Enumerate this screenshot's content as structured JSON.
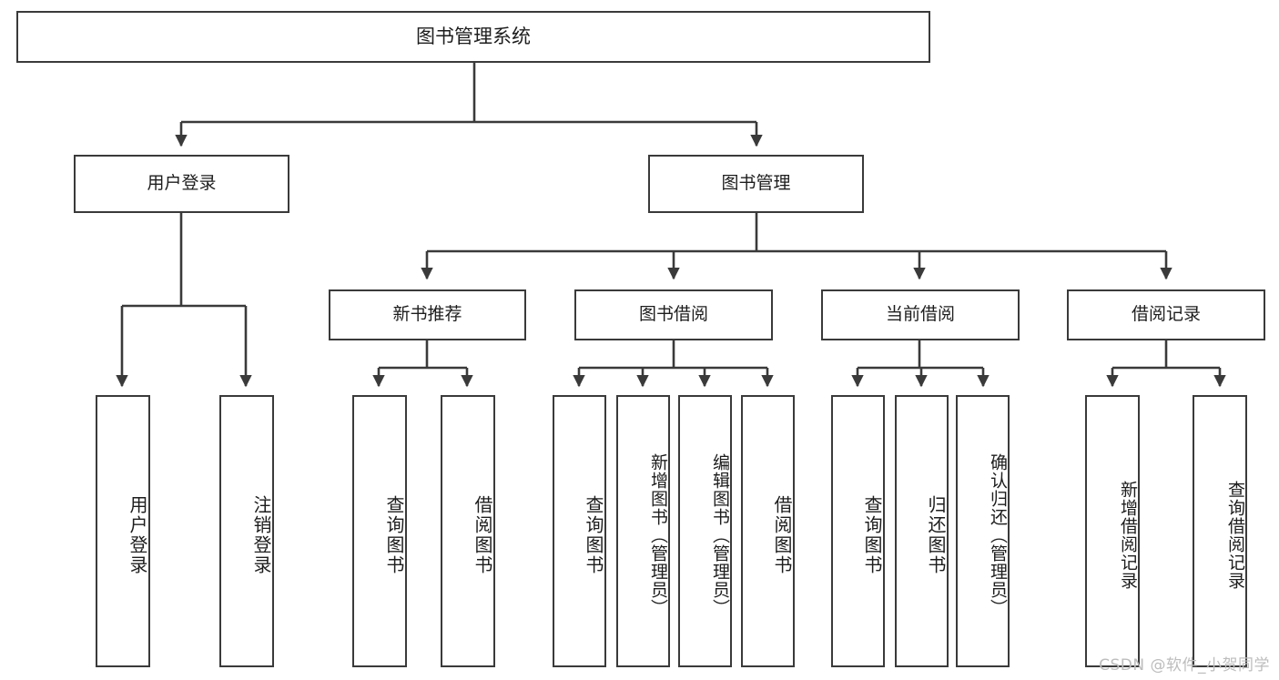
{
  "diagram": {
    "title": "图书管理系统",
    "type": "tree",
    "colors": {
      "background": "#ffffff",
      "node_border": "#3a3a3a",
      "node_fill": "#ffffff",
      "edge": "#3a3a3a",
      "text": "#1d1d1d",
      "watermark": "#bdbdbd"
    },
    "root": {
      "label": "图书管理系统"
    },
    "level1": [
      {
        "id": "user-login",
        "label": "用户登录"
      },
      {
        "id": "book-management",
        "label": "图书管理"
      }
    ],
    "level2": [
      {
        "id": "new-book-recommend",
        "label": "新书推荐",
        "parent": "book-management"
      },
      {
        "id": "book-borrow",
        "label": "图书借阅",
        "parent": "book-management"
      },
      {
        "id": "current-borrow",
        "label": "当前借阅",
        "parent": "book-management"
      },
      {
        "id": "borrow-record",
        "label": "借阅记录",
        "parent": "book-management"
      }
    ],
    "leaves": {
      "user_login": [
        {
          "id": "leaf-user-login",
          "label": "用户登录"
        },
        {
          "id": "leaf-logout-login",
          "label": "注销登录"
        }
      ],
      "new_book_recommend": [
        {
          "id": "leaf-query-book-1",
          "label": "查询图书"
        },
        {
          "id": "leaf-borrow-book-1",
          "label": "借阅图书"
        }
      ],
      "book_borrow": [
        {
          "id": "leaf-query-book-2",
          "label": "查询图书"
        },
        {
          "id": "leaf-add-book",
          "label": "新增图书（管理员）"
        },
        {
          "id": "leaf-edit-book",
          "label": "编辑图书（管理员）"
        },
        {
          "id": "leaf-borrow-book-2",
          "label": "借阅图书"
        }
      ],
      "current_borrow": [
        {
          "id": "leaf-query-book-3",
          "label": "查询图书"
        },
        {
          "id": "leaf-return-book",
          "label": "归还图书"
        },
        {
          "id": "leaf-confirm-return",
          "label": "确认归还（管理员）"
        }
      ],
      "borrow_record": [
        {
          "id": "leaf-add-record",
          "label": "新增借阅记录"
        },
        {
          "id": "leaf-query-record",
          "label": "查询借阅记录"
        }
      ]
    },
    "watermark": "CSDN @软件_小贺同学"
  }
}
